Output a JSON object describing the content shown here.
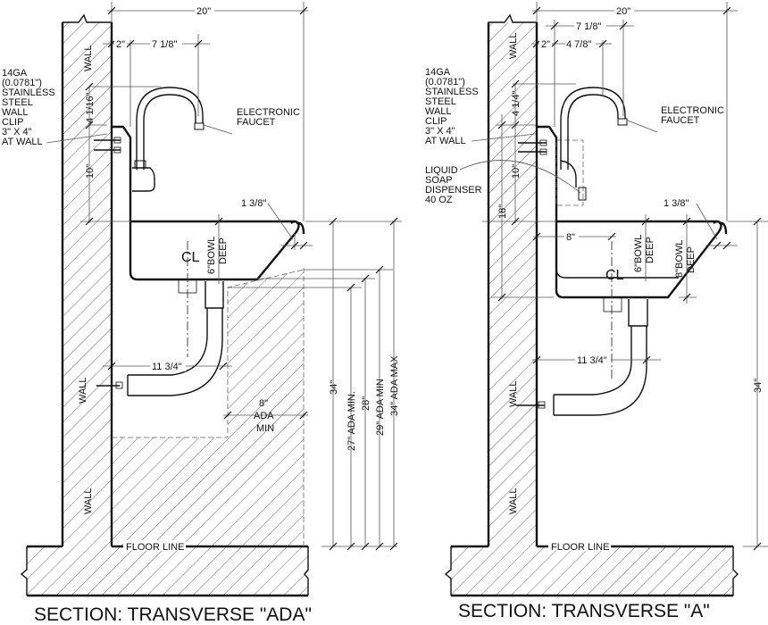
{
  "drawings": [
    {
      "title": "SECTION: TRANSVERSE \"ADA\"",
      "dims": {
        "overall_width": "20\"",
        "clip_offset": "2\"",
        "faucet_reach": "7 1/8\"",
        "faucet_height": "4 1/16\"",
        "clip_to_rim": "10\"",
        "rim_lip": "1 3/8\"",
        "bowl_depth_line1": "6\"BOWL",
        "bowl_depth_line2": "DEEP",
        "drain_offset": "11 3/4\"",
        "knee_line1": "8\"",
        "knee_line2": "ADA",
        "knee_line3": "MIN",
        "h_34": "34\"",
        "h_27": "27\" ADA MIN.",
        "h_28": "28\"",
        "h_29": "29\" ADA MIN",
        "h_34max": "34\" ADA MAX"
      },
      "notes": {
        "clip": [
          "14GA",
          "(0.0781\")",
          "STAINLESS",
          "STEEL",
          "WALL",
          "CLIP",
          "3\" X 4\"",
          "AT WALL"
        ],
        "faucet": [
          "ELECTRONIC",
          "FAUCET"
        ],
        "wall": "WALL",
        "floor": "FLOOR LINE",
        "centerline": "CL"
      }
    },
    {
      "title": "SECTION: TRANSVERSE \"A\"",
      "dims": {
        "overall_width": "20\"",
        "clip_offset": "2\"",
        "faucet_reach": "7 1/8\"",
        "faucet_offset": "4 7/8\"",
        "faucet_height": "4 1/4\"",
        "clip_to_rim": "10\"",
        "clip_to_bottom": "18\"",
        "rim_lip": "1 3/8\"",
        "drain_center": "8\"",
        "bowl6_line1": "6\"BOWL",
        "bowl6_line2": "DEEP",
        "bowl8_line1": "8\"BOWL",
        "bowl8_line2": "DEEP",
        "drain_offset": "11 3/4\"",
        "h_34": "34\""
      },
      "notes": {
        "clip": [
          "14GA",
          "(0.0781\")",
          "STAINLESS",
          "STEEL",
          "WALL",
          "CLIP",
          "3\" X 4\"",
          "AT WALL"
        ],
        "soap": [
          "LIQUID",
          "SOAP",
          "DISPENSER",
          "40 OZ"
        ],
        "faucet": [
          "ELECTRONIC",
          "FAUCET"
        ],
        "wall": "WALL",
        "floor": "FLOOR LINE",
        "centerline": "CL"
      }
    }
  ]
}
